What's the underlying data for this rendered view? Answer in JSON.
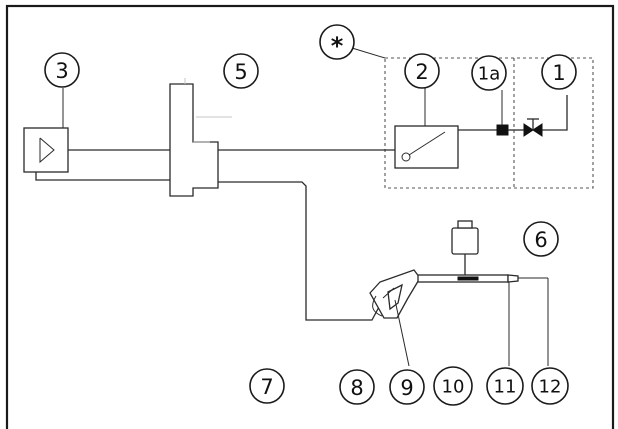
{
  "callouts": [
    {
      "id": "star",
      "label": "*"
    },
    {
      "id": "1",
      "label": "1"
    },
    {
      "id": "1a",
      "label": "1a"
    },
    {
      "id": "2",
      "label": "2"
    },
    {
      "id": "3",
      "label": "3"
    },
    {
      "id": "5",
      "label": "5"
    },
    {
      "id": "6",
      "label": "6"
    },
    {
      "id": "7",
      "label": "7"
    },
    {
      "id": "8",
      "label": "8"
    },
    {
      "id": "9",
      "label": "9"
    },
    {
      "id": "10",
      "label": "10"
    },
    {
      "id": "11",
      "label": "11"
    },
    {
      "id": "12",
      "label": "12"
    }
  ]
}
